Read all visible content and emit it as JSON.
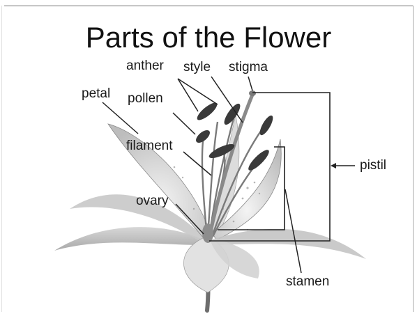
{
  "title": "Parts of the Flower",
  "labels": {
    "anther": "anther",
    "style": "style",
    "stigma": "stigma",
    "petal": "petal",
    "pollen": "pollen",
    "filament": "filament",
    "pistil": "pistil",
    "ovary": "ovary",
    "stamen": "stamen"
  }
}
